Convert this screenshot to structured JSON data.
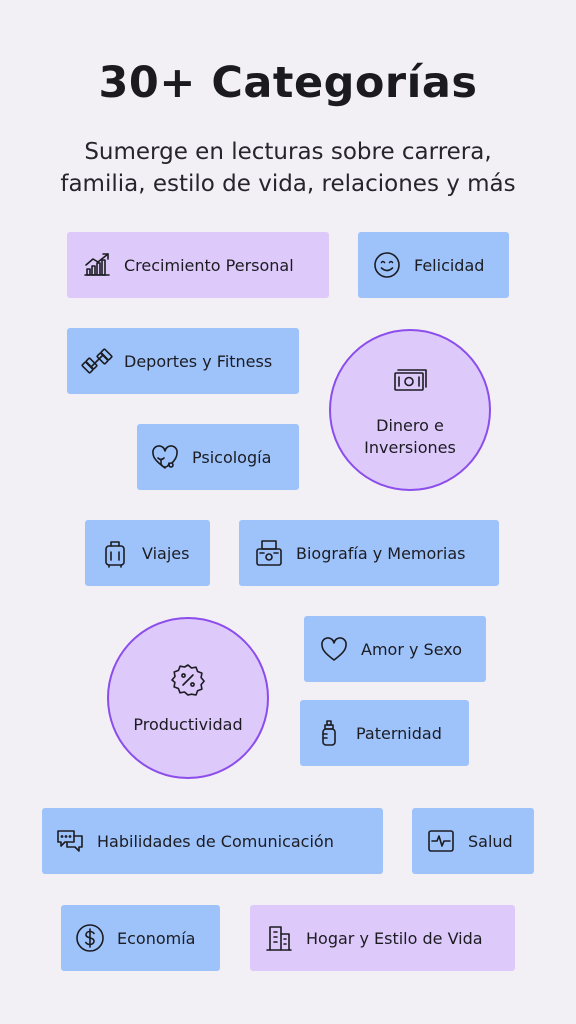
{
  "header": {
    "title": "30+ Categorías",
    "subtitle_line1": "Sumerge en lecturas sobre carrera,",
    "subtitle_line2": "familia, estilo de vida, relaciones y más"
  },
  "colors": {
    "background": "#f3f0f5",
    "chip_blue": "#9ec3fb",
    "chip_purple": "#ddc9fa",
    "circle_border": "#8b4dec"
  },
  "categories": {
    "crecimiento": {
      "label": "Crecimiento Personal",
      "icon": "growth-chart-icon"
    },
    "felicidad": {
      "label": "Felicidad",
      "icon": "smiley-icon"
    },
    "deportes": {
      "label": "Deportes y Fitness",
      "icon": "dumbbell-icon"
    },
    "dinero_line1": "Dinero e",
    "dinero_line2": "Inversiones",
    "psicologia": {
      "label": "Psicología",
      "icon": "heart-stethoscope-icon"
    },
    "viajes": {
      "label": "Viajes",
      "icon": "suitcase-icon"
    },
    "biografia": {
      "label": "Biografía y Memorias",
      "icon": "typewriter-icon"
    },
    "amor": {
      "label": "Amor y Sexo",
      "icon": "heart-icon"
    },
    "productividad": {
      "label": "Productividad",
      "icon": "percent-badge-icon"
    },
    "paternidad": {
      "label": "Paternidad",
      "icon": "baby-bottle-icon"
    },
    "comunicacion": {
      "label": "Habilidades de Comunicación",
      "icon": "chat-bubbles-icon"
    },
    "salud": {
      "label": "Salud",
      "icon": "heartbeat-monitor-icon"
    },
    "economia": {
      "label": "Economía",
      "icon": "dollar-circle-icon"
    },
    "hogar": {
      "label": "Hogar y Estilo de Vida",
      "icon": "buildings-icon"
    }
  }
}
